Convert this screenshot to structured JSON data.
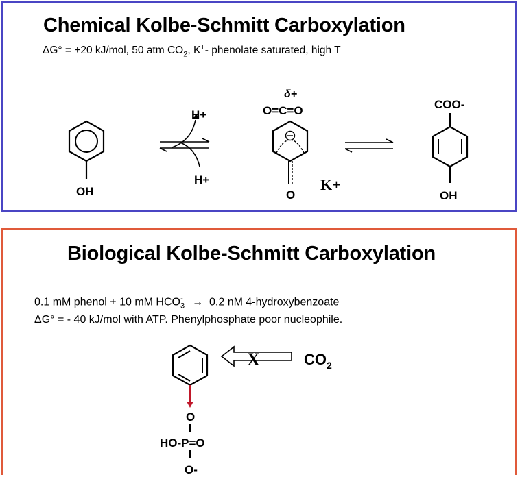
{
  "chemical": {
    "title": "Chemical Kolbe-Schmitt Carboxylation",
    "conditions": {
      "prefix": "ΔG° = +20 kJ/mol, 50 atm CO",
      "sub": "2",
      "mid": ", K",
      "sup": "+",
      "suffix": "- phenolate saturated, high T"
    },
    "labels": {
      "phenol_oh": "OH",
      "h_top": "H+",
      "h_bottom": "H+",
      "delta": "δ+",
      "co2": "O=C=O",
      "oxygen": "O",
      "potassium": "K+",
      "coo": "COO-",
      "product_oh": "OH"
    }
  },
  "biological": {
    "title": "Biological Kolbe-Schmitt Carboxylation",
    "line1": {
      "prefix": "0.1 mM phenol + 10 mM HCO",
      "sub": "3",
      "sup": "-",
      "arrow": "→",
      "suffix": "0.2 nM 4-hydroxybenzoate"
    },
    "line2": "ΔG° = - 40 kJ/mol with ATP. Phenylphosphate poor nucleophile.",
    "labels": {
      "blocked": "X",
      "co2_main": "CO",
      "co2_sub": "2",
      "o": "O",
      "phosphate": "HO-P=O",
      "o_minus": "O-"
    }
  },
  "colors": {
    "chem_border": "#4a45c4",
    "bio_border": "#e05a3a",
    "bond_arrow": "#c0182a"
  }
}
